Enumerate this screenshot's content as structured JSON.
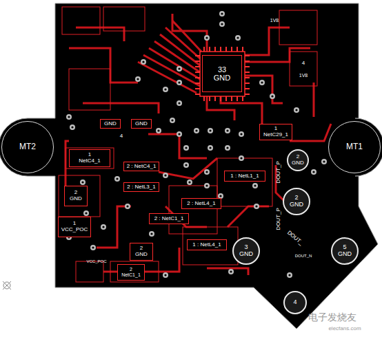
{
  "diagram": {
    "nodes": [
      {
        "text": [
          "MT2"
        ]
      },
      {
        "text": [
          "MT1"
        ]
      },
      {
        "text": [
          "33",
          "GND"
        ]
      },
      {
        "text": [
          "1",
          "NetC4_1"
        ]
      },
      {
        "text": [
          "2 : NetC4_1"
        ]
      },
      {
        "text": [
          "2 : NetL3_1"
        ]
      },
      {
        "text": [
          "1 : NetL1_1"
        ]
      },
      {
        "text": [
          "2 : NetL4_1"
        ]
      },
      {
        "text": [
          "2 : NetC1_1"
        ]
      },
      {
        "text": [
          "1 : NetL4_1"
        ]
      },
      {
        "text": [
          "2",
          "GND"
        ]
      },
      {
        "text": [
          "1",
          "VCC_POC"
        ]
      },
      {
        "text": [
          "2",
          "GND"
        ]
      },
      {
        "text": [
          "2",
          "NetC1_1"
        ]
      },
      {
        "text": [
          "1",
          "NetC29_1"
        ]
      },
      {
        "text": [
          "2",
          "GND"
        ]
      },
      {
        "text": [
          "2",
          "GND"
        ]
      },
      {
        "text": [
          "3",
          "GND"
        ]
      },
      {
        "text": [
          "5",
          "GND"
        ]
      },
      {
        "text": [
          "4"
        ]
      },
      {
        "text": [
          "GND"
        ]
      },
      {
        "text": [
          "GND"
        ]
      }
    ],
    "labels": [
      "DOUT_P",
      "DOUT_P",
      "DOUT_",
      "DOUT_N",
      "VCC_POC",
      "1V8",
      "1V8",
      "4",
      "4",
      "电子发烧友",
      "elecfans.com"
    ]
  }
}
